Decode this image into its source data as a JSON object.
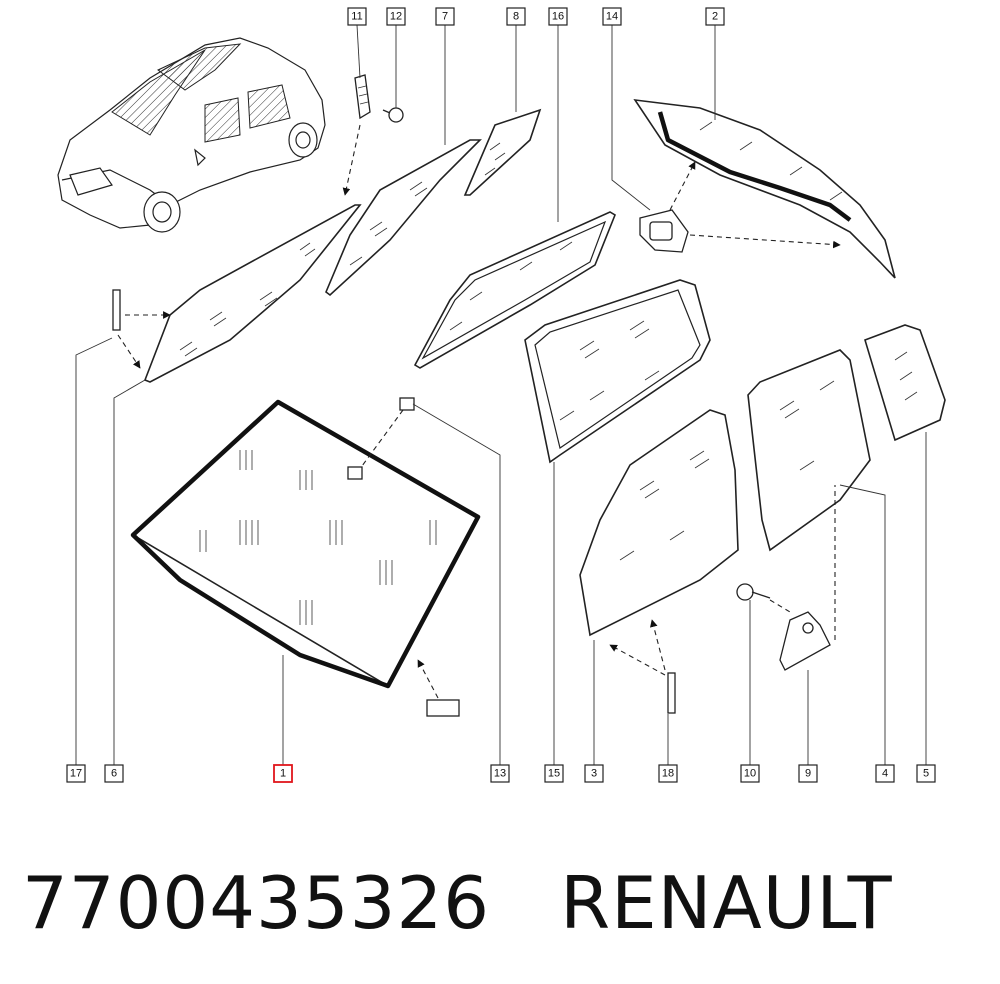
{
  "callouts": [
    {
      "id": "11",
      "label": "11"
    },
    {
      "id": "12",
      "label": "12"
    },
    {
      "id": "7",
      "label": "7"
    },
    {
      "id": "8",
      "label": "8"
    },
    {
      "id": "16",
      "label": "16"
    },
    {
      "id": "14",
      "label": "14"
    },
    {
      "id": "2",
      "label": "2"
    },
    {
      "id": "17",
      "label": "17"
    },
    {
      "id": "6",
      "label": "6"
    },
    {
      "id": "1",
      "label": "1",
      "highlighted": true
    },
    {
      "id": "13",
      "label": "13"
    },
    {
      "id": "15",
      "label": "15"
    },
    {
      "id": "3",
      "label": "3"
    },
    {
      "id": "18",
      "label": "18"
    },
    {
      "id": "10",
      "label": "10"
    },
    {
      "id": "9",
      "label": "9"
    },
    {
      "id": "4",
      "label": "4"
    },
    {
      "id": "5",
      "label": "5"
    }
  ],
  "caption": {
    "part_number": "7700435326",
    "brand": "RENAULT"
  },
  "colors": {
    "highlight": "#e0161c",
    "line": "#222222"
  }
}
